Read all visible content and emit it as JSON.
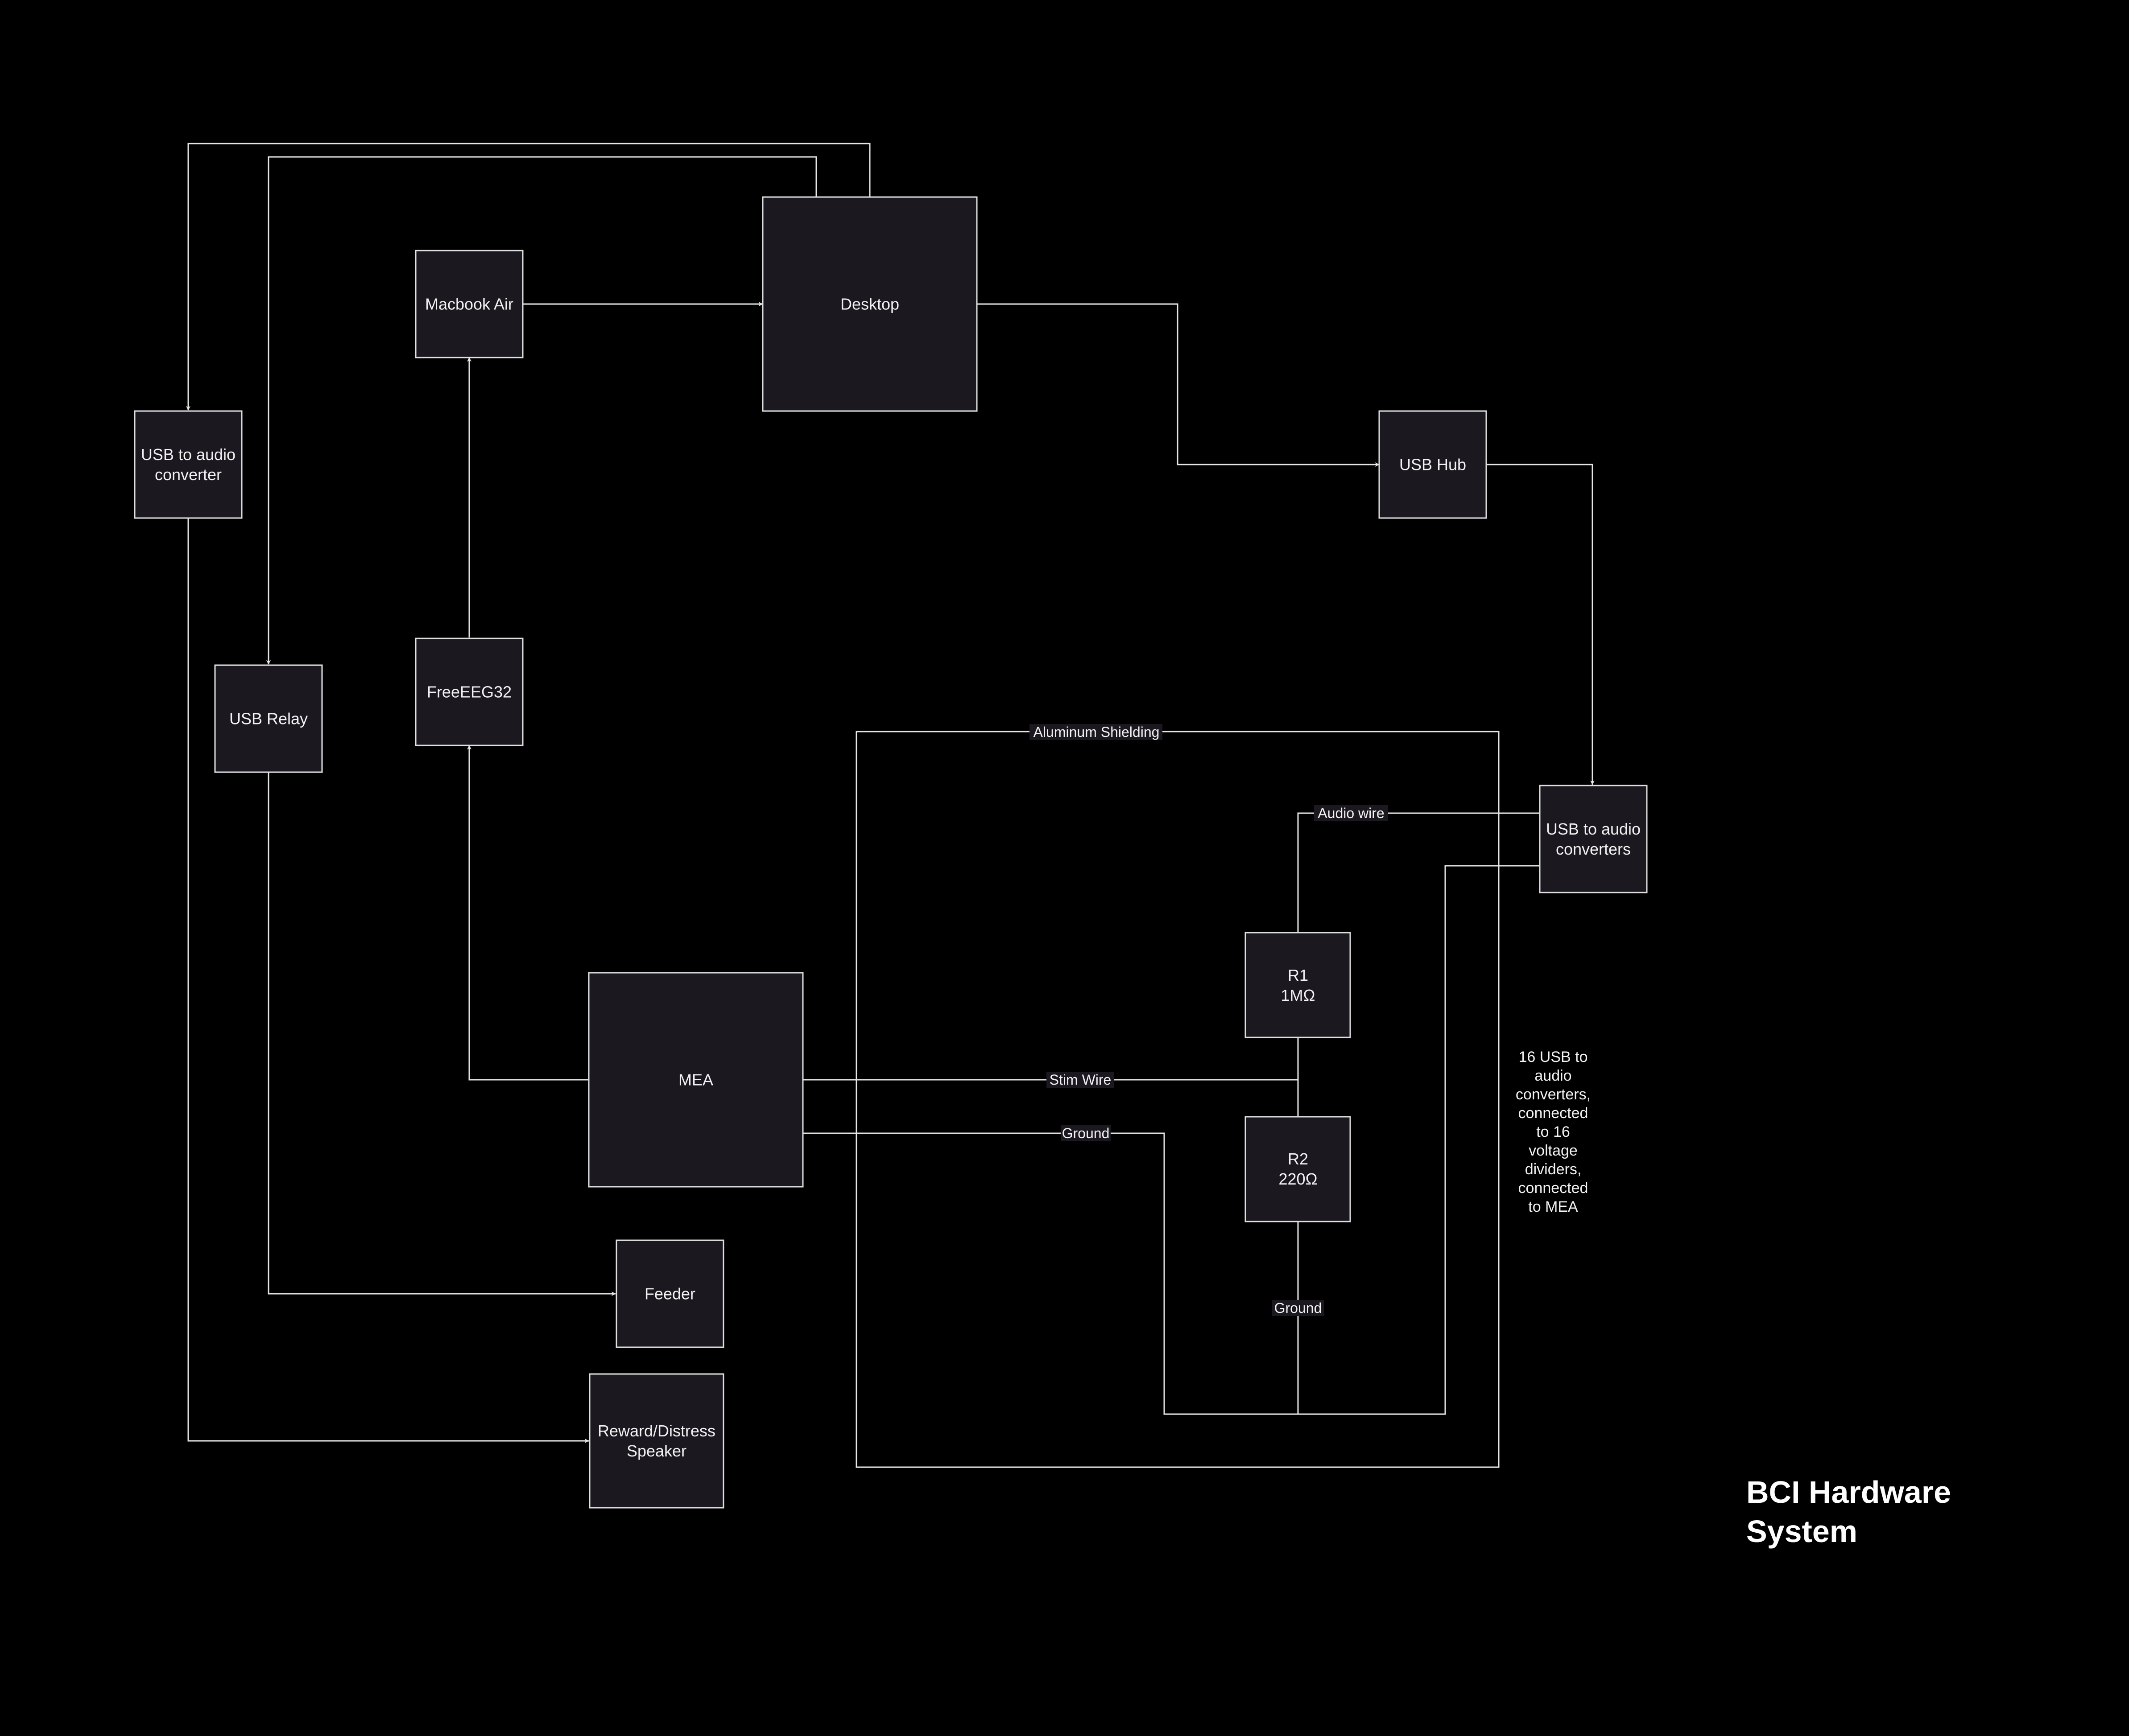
{
  "diagram": {
    "title_lines": [
      "BCI Hardware",
      "System"
    ],
    "nodes": {
      "desktop": [
        "Desktop"
      ],
      "macbook": [
        "Macbook Air"
      ],
      "usb_audio_left": [
        "USB to audio",
        "converter"
      ],
      "usb_relay": [
        "USB Relay"
      ],
      "freeeeg": [
        "FreeEEG32"
      ],
      "usb_hub": [
        "USB Hub"
      ],
      "usb_audio_right": [
        "USB to audio",
        "converters"
      ],
      "mea": [
        "MEA"
      ],
      "r1": [
        "R1",
        "1MΩ"
      ],
      "r2": [
        "R2",
        "220Ω"
      ],
      "feeder": [
        "Feeder"
      ],
      "speaker": [
        "Reward/Distress",
        "Speaker"
      ]
    },
    "wire_labels": {
      "aluminum_shielding": "Aluminum Shielding",
      "audio_wire": "Audio wire",
      "stim_wire": "Stim Wire",
      "ground_mea": "Ground",
      "ground_r2": "Ground"
    },
    "note_lines": [
      "16 USB to",
      "audio",
      "converters,",
      "connected",
      "to 16",
      "voltage",
      "dividers,",
      "connected",
      "to MEA"
    ]
  }
}
